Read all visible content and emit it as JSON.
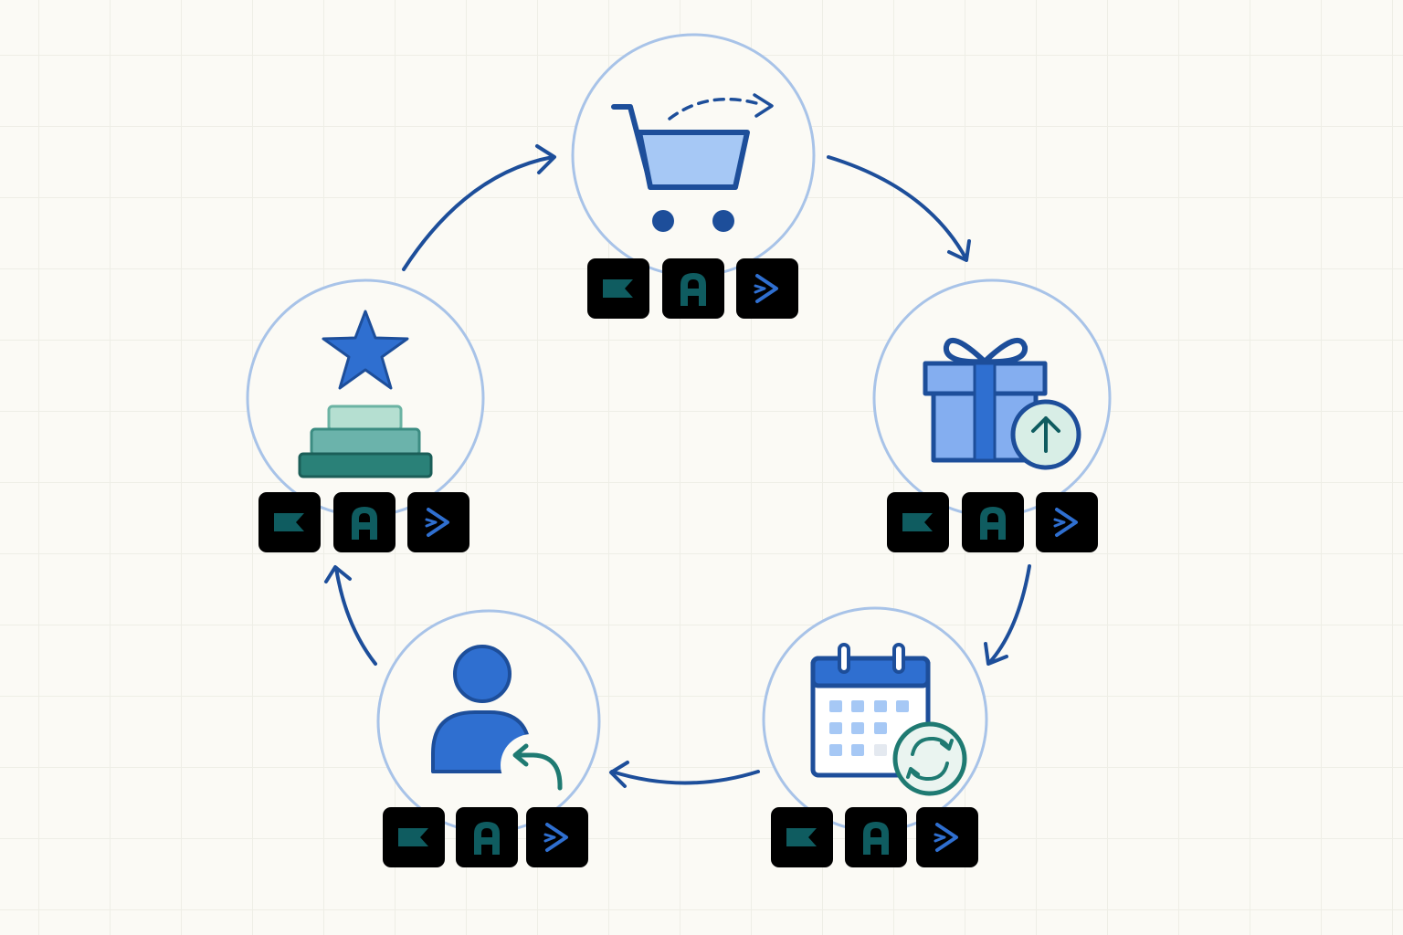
{
  "colors": {
    "background": "#fbfaf5",
    "grid_line": "#eeeee6",
    "ring": "#a8c3e8",
    "arrow": "#1d4e9a",
    "primary_blue": "#2f6fd0",
    "light_blue": "#a6c8f5",
    "teal": "#1f7a72",
    "badge_green_fill": "#d8eee6",
    "badge_blue_fill": "#dde9fb"
  },
  "cycle": {
    "direction": "clockwise",
    "stages": [
      {
        "id": "purchase",
        "icon": "shopping-cart-icon",
        "badges": [
          "flag-icon",
          "letter-a-icon",
          "chevron-right-icon"
        ]
      },
      {
        "id": "gift-upgrade",
        "icon": "gift-box-upload-icon",
        "badges": [
          "flag-icon",
          "letter-a-icon",
          "chevron-right-icon"
        ]
      },
      {
        "id": "recurring-schedule",
        "icon": "calendar-sync-icon",
        "badges": [
          "flag-icon",
          "letter-a-icon",
          "chevron-right-icon"
        ]
      },
      {
        "id": "returning-customer",
        "icon": "user-return-icon",
        "badges": [
          "flag-icon",
          "letter-a-icon",
          "chevron-right-icon"
        ]
      },
      {
        "id": "loyalty-reward",
        "icon": "star-trophy-icon",
        "badges": [
          "flag-icon",
          "letter-a-icon",
          "chevron-right-icon"
        ]
      }
    ]
  }
}
